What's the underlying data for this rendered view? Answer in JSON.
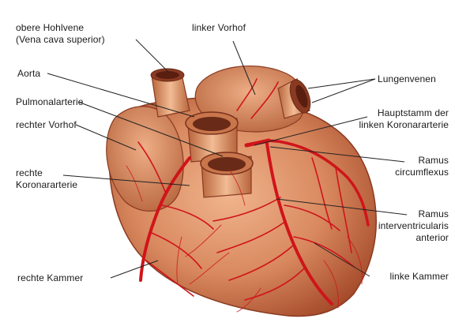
{
  "labels": {
    "vena_cava": [
      "obere Hohlvene",
      "(Vena cava superior)"
    ],
    "aorta": "Aorta",
    "pulmonalarterie": "Pulmonalarterie",
    "rechter_vorhof": "rechter Vorhof",
    "rechte_koronararterie": [
      "rechte",
      "Koronararterie"
    ],
    "rechte_kammer": "rechte Kammer",
    "linker_vorhof": "linker Vorhof",
    "lungenvenen": "Lungenvenen",
    "hauptstamm": [
      "Hauptstamm der",
      "linken Koronararterie"
    ],
    "ramus_circumflexus": [
      "Ramus",
      "circumflexus"
    ],
    "ramus_interventricularis": [
      "Ramus",
      "interventricularis",
      "anterior"
    ],
    "linke_kammer": "linke Kammer"
  },
  "colors": {
    "leader_line": "#222222",
    "heart_tissue": "#d9895f",
    "heart_shadow": "#a44a2a",
    "artery": "#d0141a",
    "vessel_inner": "#8a3a22"
  }
}
